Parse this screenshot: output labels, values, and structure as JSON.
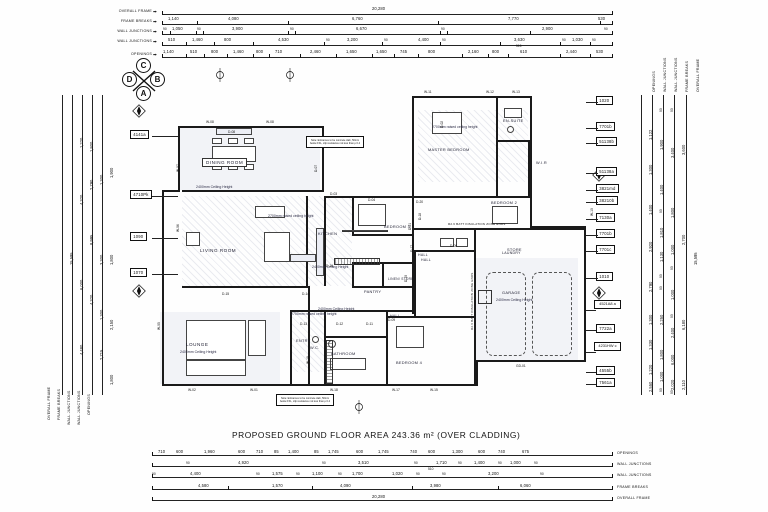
{
  "drawing": {
    "title": "PROPOSED GROUND FLOOR AREA 243.36 m² (OVER CLADDING)",
    "overall_width": "20,280",
    "overall_height": "15,595"
  },
  "compass": {
    "letters": [
      "C",
      "D",
      "B",
      "A"
    ],
    "top": "C",
    "left": "D",
    "right": "B",
    "bottom": "A"
  },
  "dim_row_labels_top": [
    "OVERALL FRAME",
    "FRAME BREAKS",
    "WALL JUNCTIONS",
    "WALL JUNCTIONS",
    "OPENINGS"
  ],
  "dim_row_labels_bottom": [
    "OPENINGS",
    "WALL JUNCTIONS",
    "WALL JUNCTIONS",
    "FRAME BREAKS",
    "OVERALL FRAME"
  ],
  "dim_row_labels_right": [
    "OPENINGS",
    "WALL JUNCTIONS",
    "WALL JUNCTIONS",
    "FRAME BREAKS",
    "OVERALL FRAME"
  ],
  "dim_row_labels_left": [
    "OPENINGS",
    "WALL JUNCTIONS",
    "WALL JUNCTIONS",
    "FRAME BREAKS",
    "OVERALL FRAME"
  ],
  "top_dims": {
    "overall": [
      "20,280"
    ],
    "frame_breaks": [
      "1,140",
      "4,080",
      "6,760",
      "7,770",
      "530"
    ],
    "wall_junctions_1": [
      "90",
      "1,050",
      "90",
      "3,900",
      "90",
      "6,670",
      "90",
      "2,900",
      "90"
    ],
    "wall_junctions_2": [
      "510",
      "1,460",
      "800",
      "4,530",
      "90",
      "3,200",
      "90",
      "4,400",
      "90",
      "3,630",
      "90",
      "1,030",
      "90",
      "515"
    ],
    "openings": [
      "1,140",
      "510",
      "800",
      "1,460",
      "800",
      "710",
      "2,460",
      "1,650",
      "1,650",
      "745",
      "800",
      "2,160",
      "800",
      "610",
      "2,440",
      "530"
    ]
  },
  "bottom_dims": {
    "openings": [
      "710",
      "600",
      "1,960",
      "600",
      "710",
      "85",
      "1,400",
      "85",
      "1,745",
      "600",
      "1,745",
      "740",
      "600",
      "1,300",
      "600",
      "740",
      "675"
    ],
    "wall_junctions_1": [
      "90",
      "4,920",
      "90",
      "3,510",
      "90",
      "1,710",
      "90",
      "1,400",
      "90",
      "1,000",
      "90"
    ],
    "wall_junctions_2": [
      "90",
      "4,400",
      "90",
      "1,575",
      "90",
      "1,100",
      "90",
      "1,700",
      "1,020",
      "90",
      "510",
      "90",
      "3,200",
      "90"
    ],
    "frame_breaks": [
      "4,580",
      "1,570",
      "4,090",
      "3,980",
      "6,060"
    ],
    "overall": [
      "20,280"
    ]
  },
  "right_dims": {
    "overall": [
      "15,595"
    ],
    "frame_breaks": [
      "3,600",
      "2,700",
      "6,180",
      "2,110"
    ],
    "wall_junctions_1": [
      "90",
      "3,400",
      "1,800",
      "1,000",
      "90",
      "1,000",
      "90",
      "2,400",
      "6,000",
      "2,020",
      "90"
    ],
    "wall_junctions_2": [
      "90",
      "1,900",
      "1,400",
      "90",
      "1,810",
      "1,130",
      "90",
      "90",
      "2,250",
      "1,800",
      "1,000",
      "90",
      "2,550"
    ],
    "openings": [
      "1,122",
      "1,300",
      "1,400",
      "2,920",
      "2,790",
      "1,300",
      "1,330",
      "1,220",
      "2,110"
    ]
  },
  "left_dims": {
    "overall": [
      "15,595"
    ],
    "frame_breaks": [
      "4,480",
      "6,000",
      "4,320",
      "1,220"
    ],
    "wall_junctions_1": [
      "8,995",
      "4,320",
      "2,790",
      "1,800"
    ],
    "wall_junctions_2": [
      "2,715",
      "1,300",
      "3,300",
      "1,300"
    ],
    "openings": [
      "1,800",
      "2,150",
      "1,800",
      "1,900"
    ]
  },
  "rooms": [
    {
      "name": "DINING ROOM",
      "ceiling": "2400mm Ceiling Height"
    },
    {
      "name": "LIVING ROOM",
      "ceiling": "2700mm raised ceiling height"
    },
    {
      "name": "KITCHEN",
      "ceiling": "2400mm Ceiling Height"
    },
    {
      "name": "PANTRY",
      "ceiling": ""
    },
    {
      "name": "LOUNGE",
      "ceiling": "2400mm Ceiling Height"
    },
    {
      "name": "ENTRY",
      "ceiling": "2700mm raised ceiling height"
    },
    {
      "name": "W.C.",
      "ceiling": ""
    },
    {
      "name": "BATHROOM",
      "ceiling": "2400mm Ceiling Height"
    },
    {
      "name": "BEDROOM 3",
      "ceiling": ""
    },
    {
      "name": "BEDROOM 4",
      "ceiling": ""
    },
    {
      "name": "BEDROOM 2",
      "ceiling": ""
    },
    {
      "name": "MASTER BEDROOM",
      "ceiling": "2700mm raised ceiling height"
    },
    {
      "name": "EN-SUITE",
      "ceiling": ""
    },
    {
      "name": "W.I.R",
      "ceiling": ""
    },
    {
      "name": "LAUNDRY",
      "ceiling": ""
    },
    {
      "name": "STORE",
      "ceiling": ""
    },
    {
      "name": "LINEN/ STORE",
      "ceiling": ""
    },
    {
      "name": "HALL",
      "ceiling": ""
    },
    {
      "name": "GARAGE",
      "ceiling": "2400mm Ceiling Height"
    }
  ],
  "room_labels": {
    "dining": "DINING ROOM",
    "living": "LIVING ROOM",
    "kitchen": "KITCHEN",
    "pantry": "PANTRY",
    "lounge": "LOUNGE",
    "entry": "ENTRY",
    "wc": "W.C.",
    "bathroom": "BATHROOM",
    "bedroom3": "BEDROOM 3",
    "bedroom4": "BEDROOM 4",
    "bedroom2": "BEDROOM 2",
    "master": "MASTER BEDROOM",
    "ensuite": "EN-SUITE",
    "wir": "W.I.R",
    "laundry": "LAUNDRY",
    "store": "STORE",
    "linen": "LINEN/ STORE",
    "hall1": "HALL",
    "hall2": "HALL",
    "hall3": "HALL",
    "garage": "GARAGE"
  },
  "ceiling_notes": {
    "c2400": "2400mm Ceiling Height",
    "c2700": "2700mm raised ceiling height",
    "dining": "2400mm Ceiling Height",
    "living": "2700mm raised ceiling height",
    "kitchen": "2400mm Ceiling Height",
    "lounge": "2400mm Ceiling Height",
    "entry": "2700mm raised ceiling height",
    "bathroom": "2400mm Ceiling Height",
    "bedroom3": "2400mm Ceiling Height",
    "master": "2700mm raised ceiling height",
    "garage": "2400mm Ceiling Height"
  },
  "notes": [
    {
      "id": "note-slab-1",
      "text": "Note: Entrances to be concrete slab, 50mm below FFL, slip resistance not less than μ 0.4"
    },
    {
      "id": "note-slab-2",
      "text": "Note: Entrances to be concrete slab, 50mm below FFL, slip resistance not less than μ 0.4"
    }
  ],
  "zone_notes": {
    "top": "R2.6 BATT INSULATION ZONE ENDS",
    "vertical": "R2.6 BATT INSULATION ZONE ENDS"
  },
  "tags_left": [
    "4141a",
    "4710Pk",
    "1090",
    "1070"
  ],
  "tags_right": [
    "1020",
    "7701b",
    "51138b",
    "51138a",
    "3821md",
    "38210b",
    "7130a",
    "7701b",
    "7701c",
    "1010",
    "4521A8 a",
    "7722a",
    "4231HW c",
    "4555b",
    "7561a"
  ],
  "window_codes": [
    "W-08",
    "W-08",
    "W-07",
    "W-06",
    "W-11",
    "W-12",
    "W-13",
    "W-10",
    "W-05",
    "W-02",
    "W-01",
    "W-19",
    "W-18",
    "W-17",
    "W-15",
    "W-16",
    "W-14"
  ],
  "door_codes": [
    "D-08",
    "D-07",
    "D-05",
    "D-03",
    "D-02",
    "D-01",
    "D-21",
    "D-20",
    "D-19",
    "D-18",
    "D-17",
    "D-16",
    "D-15",
    "D-14",
    "D-13",
    "D-12",
    "D-11",
    "D-09",
    "D-06",
    "D-04",
    "GD-01"
  ],
  "garage_door": "GD-01",
  "colors": {
    "ink": "#1a1a1a",
    "paper": "#fefefe",
    "fill": "#f2f3f7",
    "room_text": "#1b1b2e"
  }
}
